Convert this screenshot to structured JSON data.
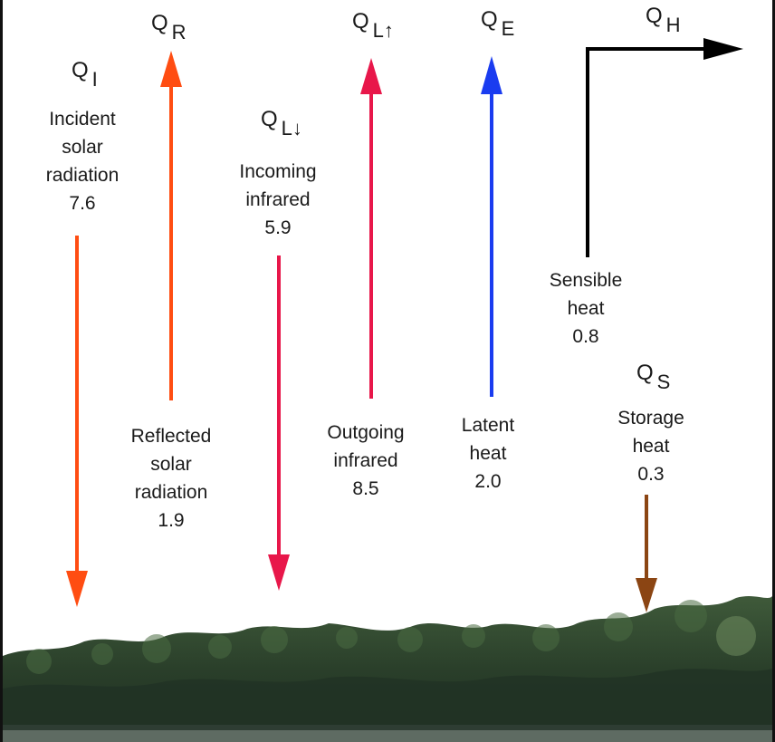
{
  "flows": [
    {
      "id": "incident-solar",
      "symbol": "Q",
      "subscript": "I",
      "label_lines": [
        "Incident",
        "solar",
        "radiation"
      ],
      "value": "7.6",
      "direction": "down",
      "color": "#ff4d12"
    },
    {
      "id": "reflected-solar",
      "symbol": "Q",
      "subscript": "R",
      "label_lines": [
        "Reflected",
        "solar",
        "radiation"
      ],
      "value": "1.9",
      "direction": "up",
      "color": "#ff4d12"
    },
    {
      "id": "incoming-infrared",
      "symbol": "Q",
      "subscript": "L↓",
      "label_lines": [
        "Incoming",
        "infrared"
      ],
      "value": "5.9",
      "direction": "down",
      "color": "#e8174a"
    },
    {
      "id": "outgoing-infrared",
      "symbol": "Q",
      "subscript": "L↑",
      "label_lines": [
        "Outgoing",
        "infrared"
      ],
      "value": "8.5",
      "direction": "up",
      "color": "#e8174a"
    },
    {
      "id": "latent-heat",
      "symbol": "Q",
      "subscript": "E",
      "label_lines": [
        "Latent",
        "heat"
      ],
      "value": "2.0",
      "direction": "up",
      "color": "#1a3cf0"
    },
    {
      "id": "sensible-heat",
      "symbol": "Q",
      "subscript": "H",
      "label_lines": [
        "Sensible",
        "heat"
      ],
      "value": "0.8",
      "direction": "up-right",
      "color": "#000000"
    },
    {
      "id": "storage-heat",
      "symbol": "Q",
      "subscript": "S",
      "label_lines": [
        "Storage",
        "heat"
      ],
      "value": "0.3",
      "direction": "down",
      "color": "#8b4513"
    }
  ]
}
